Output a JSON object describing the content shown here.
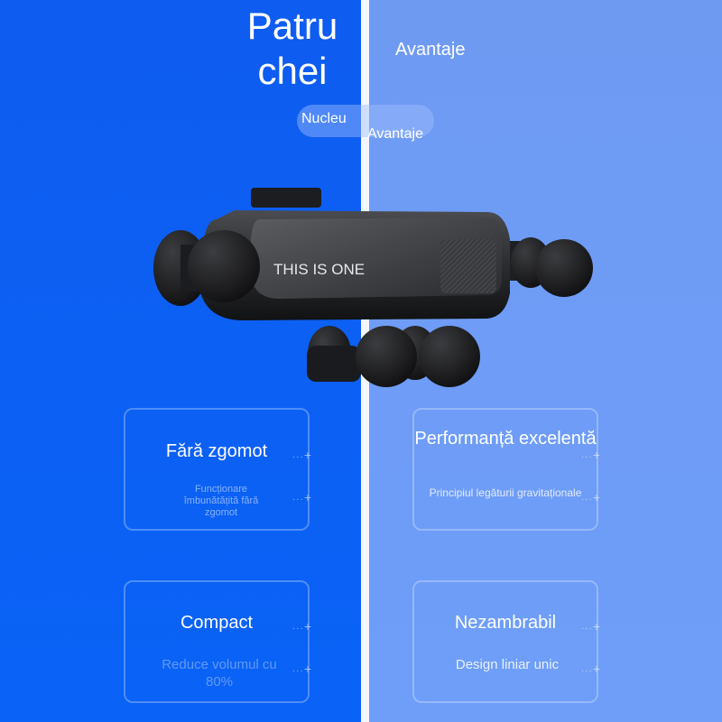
{
  "header": {
    "title_line1": "Patru",
    "title_line2": "chei",
    "right_heading": "Avantaje"
  },
  "tabs": {
    "left_label": "Nucleu",
    "right_label": "Avantaje"
  },
  "product": {
    "brand_text": "THIS IS ONE"
  },
  "features": [
    {
      "title": "Fără zgomot",
      "description": "Funcționare îmbunătățită fără zgomot"
    },
    {
      "title": "Performanță excelentă",
      "description": "Principiul legăturii gravitaționale"
    },
    {
      "title": "Compact",
      "description": "Reduce volumul cu 80%"
    },
    {
      "title": "Nezambrabil",
      "description": "Design liniar unic"
    }
  ],
  "colors": {
    "left_bg": "#0c60f3",
    "right_bg": "#6e9cf6",
    "divider": "#f4f7ff"
  }
}
